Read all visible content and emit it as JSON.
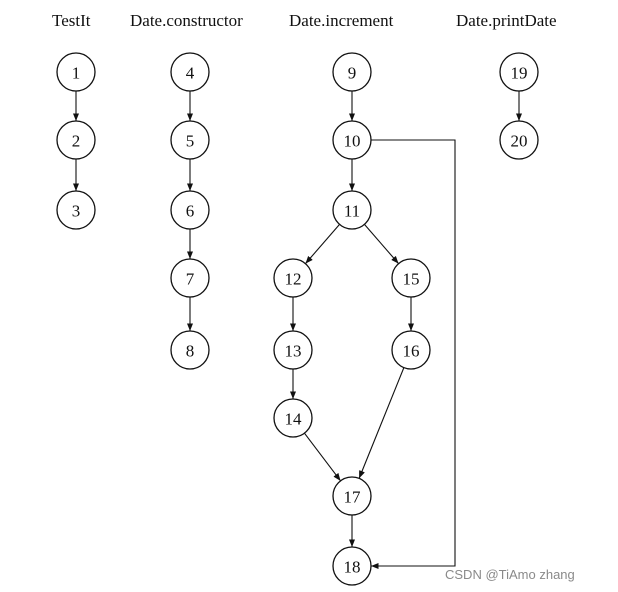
{
  "columns": [
    {
      "title": "TestIt"
    },
    {
      "title": "Date.constructor"
    },
    {
      "title": "Date.increment"
    },
    {
      "title": "Date.printDate"
    }
  ],
  "nodes": [
    {
      "id": 1,
      "label": "1"
    },
    {
      "id": 2,
      "label": "2"
    },
    {
      "id": 3,
      "label": "3"
    },
    {
      "id": 4,
      "label": "4"
    },
    {
      "id": 5,
      "label": "5"
    },
    {
      "id": 6,
      "label": "6"
    },
    {
      "id": 7,
      "label": "7"
    },
    {
      "id": 8,
      "label": "8"
    },
    {
      "id": 9,
      "label": "9"
    },
    {
      "id": 10,
      "label": "10"
    },
    {
      "id": 11,
      "label": "11"
    },
    {
      "id": 12,
      "label": "12"
    },
    {
      "id": 13,
      "label": "13"
    },
    {
      "id": 14,
      "label": "14"
    },
    {
      "id": 15,
      "label": "15"
    },
    {
      "id": 16,
      "label": "16"
    },
    {
      "id": 17,
      "label": "17"
    },
    {
      "id": 18,
      "label": "18"
    },
    {
      "id": 19,
      "label": "19"
    },
    {
      "id": 20,
      "label": "20"
    }
  ],
  "edges": [
    {
      "from": 1,
      "to": 2
    },
    {
      "from": 2,
      "to": 3
    },
    {
      "from": 4,
      "to": 5
    },
    {
      "from": 5,
      "to": 6
    },
    {
      "from": 6,
      "to": 7
    },
    {
      "from": 7,
      "to": 8
    },
    {
      "from": 9,
      "to": 10
    },
    {
      "from": 10,
      "to": 11
    },
    {
      "from": 10,
      "to": 18
    },
    {
      "from": 11,
      "to": 12
    },
    {
      "from": 11,
      "to": 15
    },
    {
      "from": 12,
      "to": 13
    },
    {
      "from": 13,
      "to": 14
    },
    {
      "from": 14,
      "to": 17
    },
    {
      "from": 15,
      "to": 16
    },
    {
      "from": 16,
      "to": 17
    },
    {
      "from": 17,
      "to": 18
    },
    {
      "from": 19,
      "to": 20
    }
  ],
  "watermark": "CSDN @TiAmo zhang"
}
